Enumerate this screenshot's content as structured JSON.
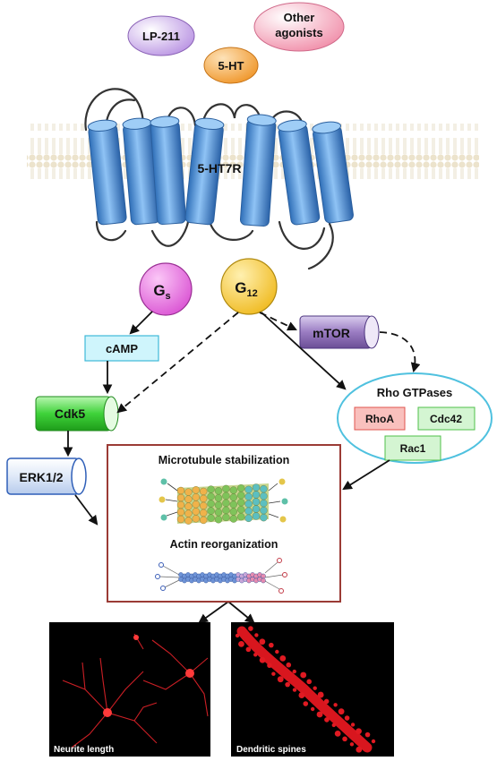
{
  "ligands": {
    "lp211": "LP-211",
    "serotonin": "5-HT",
    "other_line1": "Other",
    "other_line2": "agonists"
  },
  "receptor": {
    "label": "5-HT7R"
  },
  "g_proteins": {
    "gs_main": "G",
    "gs_sub": "s",
    "g12_main": "G",
    "g12_sub": "12"
  },
  "effectors": {
    "camp": "cAMP",
    "cdk5": "Cdk5",
    "erk": "ERK1/2",
    "mtor": "mTOR"
  },
  "rho_gtpases": {
    "title": "Rho GTPases",
    "rhoa": "RhoA",
    "cdc42": "Cdc42",
    "rac1": "Rac1"
  },
  "cytoskeleton": {
    "microtubule": "Microtubule stabilization",
    "actin": "Actin reorganization"
  },
  "outcomes": {
    "neurite": "Neurite length",
    "spines": "Dendritic spines"
  },
  "colors": {
    "lp211": "#c9a3e8",
    "serotonin": "#f5a33c",
    "other": "#f4a6b8",
    "gs": "#e56be0",
    "g12": "#f4c62a",
    "camp": "#cdf4fb",
    "cdk5": "#4fd84a",
    "erk": "#a9c6f0",
    "mtor": "#9a7cc2",
    "rhoa": "#f47b76",
    "cdc42_rac1": "#b9efb9",
    "box_border": "#9b3b35",
    "helix": "#4a8fd6"
  }
}
